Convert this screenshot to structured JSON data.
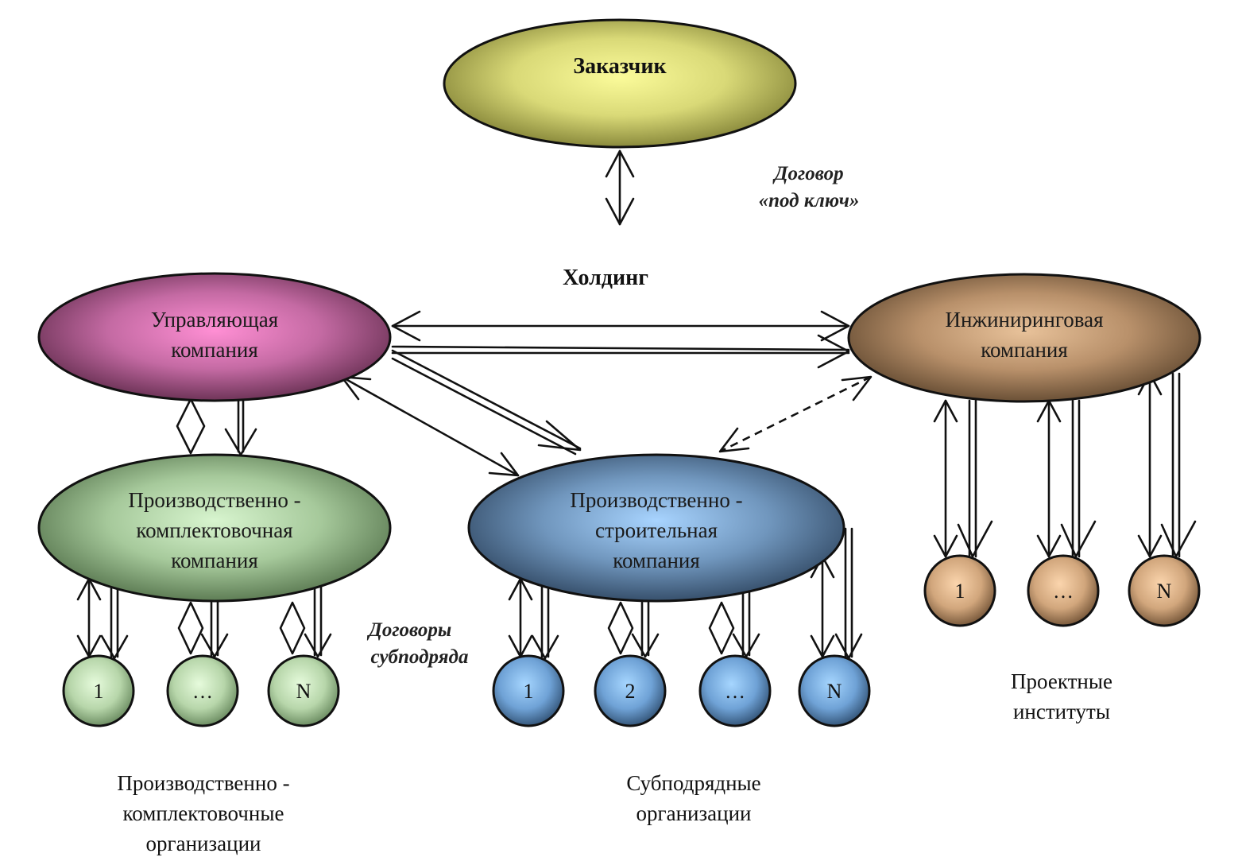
{
  "nodes": {
    "customer": "Заказчик",
    "holding": "Холдинг",
    "management": [
      "Управляющая",
      "компания"
    ],
    "engineering": [
      "Инжиниринговая",
      "компания"
    ],
    "production_supply": [
      "Производственно -",
      "комплектовочная",
      "компания"
    ],
    "production_construction": [
      "Производственно -",
      "строительная",
      "компания"
    ]
  },
  "notes": {
    "turnkey": [
      "Договор",
      "«под ключ»"
    ],
    "subcontract": [
      "Договоры",
      "субподряда"
    ]
  },
  "groups": {
    "supply_orgs": {
      "label": [
        "Производственно -",
        "комплектовочные",
        "организации"
      ],
      "items": [
        "1",
        "…",
        "N"
      ]
    },
    "subcontractors": {
      "label": [
        "Субподрядные",
        "организации"
      ],
      "items": [
        "1",
        "2",
        "…",
        "N"
      ]
    },
    "design_institutes": {
      "label": [
        "Проектные",
        "институты"
      ],
      "items": [
        "1",
        "…",
        "N"
      ]
    }
  },
  "colors": {
    "customer": "#f5f58a",
    "management": "#f07cc4",
    "engineering": "#c8a07c",
    "production_supply": "#c8e8c0",
    "production_construction": "#8fbfef",
    "supply_circle": "#d4efc8",
    "subcontract_circle": "#8cc3f5",
    "design_circle": "#e8b88c"
  }
}
